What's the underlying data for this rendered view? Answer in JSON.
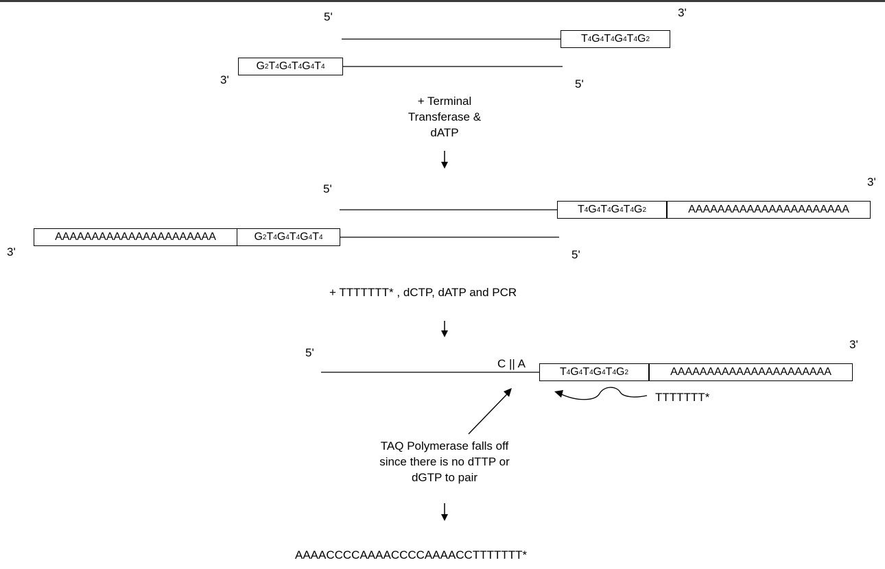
{
  "ends": {
    "five_prime": "5'",
    "three_prime": "3'"
  },
  "sequences": {
    "top_insert": "T4G4T4G4T4G2",
    "bottom_insert": "G2T4G4T4G4T4",
    "poly_a": "AAAAAAAAAAAAAAAAAAAAAA",
    "primer": "TTTTTTT*",
    "stop_pair": "C || A",
    "product": "AAAACCCCAAAACCCCAAAACCTTTTTTT*"
  },
  "steps": {
    "step1_line1": "+ Terminal",
    "step1_line2": "Transferase &",
    "step1_line3": "dATP",
    "step2": "+ TTTTTTT* , dCTP,  dATP and PCR",
    "note_line1": "TAQ Polymerase falls off",
    "note_line2": "since there is no dTTP or",
    "note_line3": "dGTP to pair"
  }
}
